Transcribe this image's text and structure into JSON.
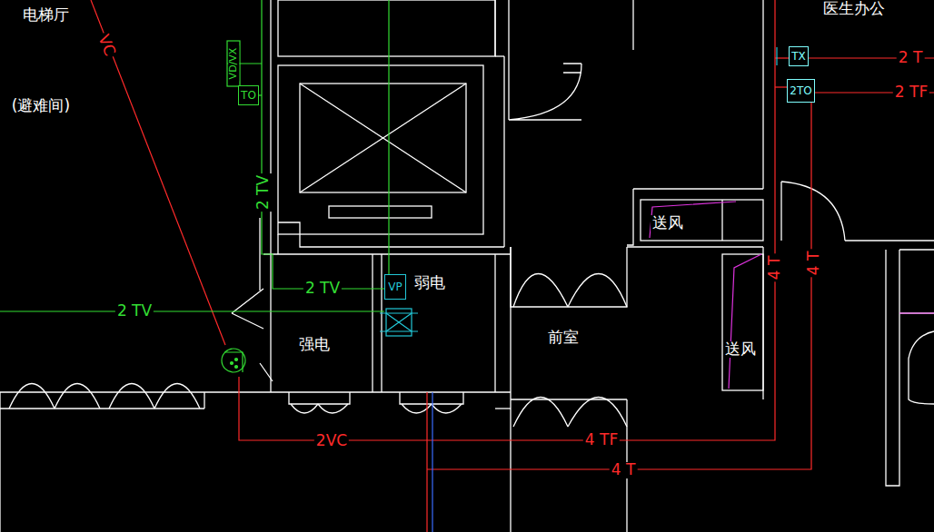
{
  "diagram": {
    "nodes": [
      {
        "text": [
          "TO"
        ]
      },
      {
        "text": [
          "TX"
        ]
      },
      {
        "text": [
          "2TO"
        ]
      },
      {
        "text": [
          "VP"
        ]
      }
    ],
    "labels": [
      "电梯厅",
      "(避难间)",
      "VC",
      "VD/VX",
      "2 TV",
      "2 TV",
      "弱电",
      "2 TV",
      "强电",
      "前室",
      "送风",
      "送风",
      "医生办公",
      "2 T",
      "2 TF",
      "4 T",
      "4 T",
      "2VC",
      "4 TF",
      "4 T"
    ]
  }
}
